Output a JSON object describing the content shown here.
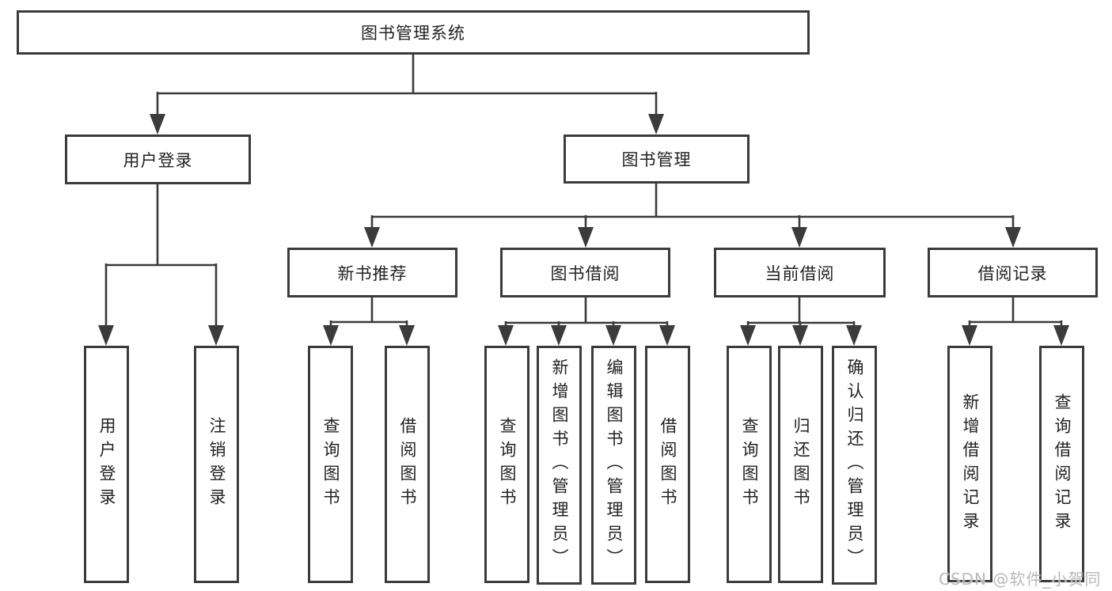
{
  "diagram_type": "hierarchy-tree",
  "colors": {
    "line": "#3b3b3b",
    "box_border": "#3b3b3b",
    "box_background": "#ffffff",
    "text": "#222222",
    "watermark": "#b9b9b9"
  },
  "nodes": {
    "root": {
      "label": "图书管理系统"
    },
    "level2": [
      {
        "label": "用户登录"
      },
      {
        "label": "图书管理"
      }
    ],
    "level3": [
      {
        "label": "新书推荐",
        "parent": "图书管理"
      },
      {
        "label": "图书借阅",
        "parent": "图书管理"
      },
      {
        "label": "当前借阅",
        "parent": "图书管理"
      },
      {
        "label": "借阅记录",
        "parent": "图书管理"
      }
    ],
    "level4": [
      {
        "label": "用户登录",
        "parent": "用户登录"
      },
      {
        "label": "注销登录",
        "parent": "用户登录"
      },
      {
        "label": "查询图书",
        "parent": "新书推荐"
      },
      {
        "label": "借阅图书",
        "parent": "新书推荐"
      },
      {
        "label": "查询图书",
        "parent": "图书借阅"
      },
      {
        "label": "新增图书（管理员）",
        "parent": "图书借阅"
      },
      {
        "label": "编辑图书（管理员）",
        "parent": "图书借阅"
      },
      {
        "label": "借阅图书",
        "parent": "图书借阅"
      },
      {
        "label": "查询图书",
        "parent": "当前借阅"
      },
      {
        "label": "归还图书",
        "parent": "当前借阅"
      },
      {
        "label": "确认归还（管理员）",
        "parent": "当前借阅"
      },
      {
        "label": "新增借阅记录",
        "parent": "借阅记录"
      },
      {
        "label": "查询借阅记录",
        "parent": "借阅记录"
      }
    ]
  },
  "watermark": {
    "text": "CSDN @软件_小贺同学"
  }
}
